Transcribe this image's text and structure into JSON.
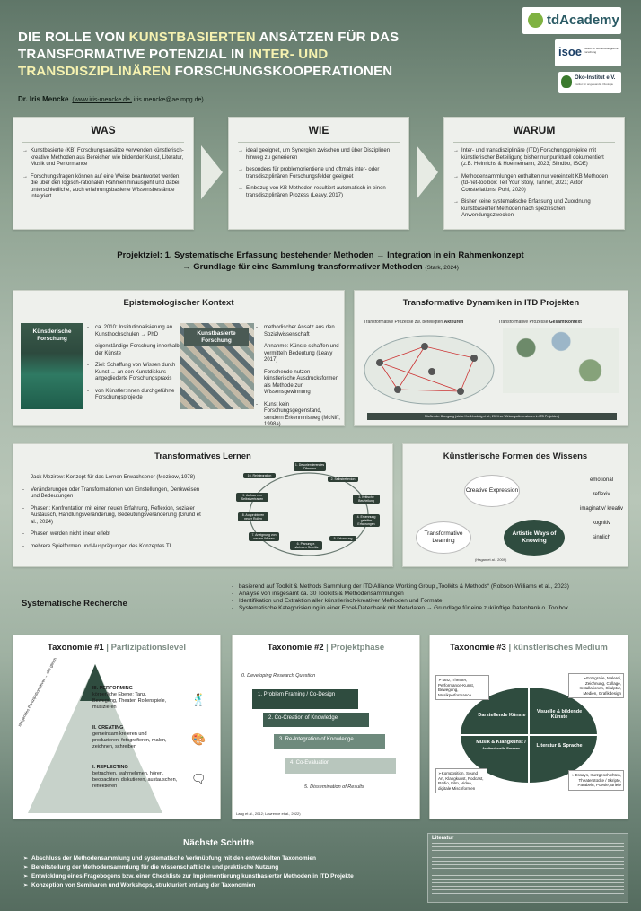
{
  "title": {
    "p1": "DIE ROLLE VON ",
    "p2": "KUNSTBASIERTEN",
    "p3": " ANSÄTZEN FÜR DAS TRANSFORMATIVE POTENZIAL IN ",
    "p4": "INTER- UND TRANSDISZIPLINÄREN",
    "p5": " FORSCHUNGSKOOPERATIONEN"
  },
  "author": {
    "name": "Dr. Iris Mencke",
    "web": "(www.iris-mencke.de,",
    "mail": "iris.mencke@ae.mpg.de)"
  },
  "logos": {
    "td": "tdAcademy",
    "isoe": "isoe",
    "isoe_sub": "Institut für sozial-ökologische Forschung",
    "oeko": "Öko-Institut e.V.",
    "oeko_sub": "Institut für angewandte Ökologie"
  },
  "was": {
    "title": "WAS",
    "items": [
      "Kunstbasierte (KB) Forschungsansätze verwenden künstlerisch-kreative Methoden aus Bereichen wie bildender Kunst, Literatur, Musik und Performance",
      "Forschungsfragen können auf eine Weise beantwortet werden, die über den logisch-rationalen Rahmen hinausgeht und dabei unterschiedliche, auch erfahrungsbasierte Wissensbestände integriert"
    ]
  },
  "wie": {
    "title": "WIE",
    "items": [
      "ideal geeignet, um Synergien zwischen und über Disziplinen hinweg zu generieren",
      "besonders für problemorientierte und oftmals inter- oder transdisziplinären Forschungsfelder geeignet",
      "Einbezug von KB Methoden resultiert automatisch in einen transdisziplinären Prozess (Leavy, 2017)"
    ]
  },
  "warum": {
    "title": "WARUM",
    "items": [
      "Inter- und transdisziplinäre (ITD) Forschungsprojekte mit künstlerischer Beteiligung bisher nur punktuell dokumentiert (z.B. Heinrichs & Hoernemann, 2023; Slindbo, ISOE)",
      "Methodensammlungen enthalten nur vereinzelt KB Methoden (td-net-toolbox: Tell Your Story, Tanner, 2021; Actor Constellations, Pohl, 2020)",
      "Bisher keine systematische Erfassung und Zuordnung kunstbasierter Methoden nach spezifischen Anwendungszwecken"
    ]
  },
  "ziel": {
    "line1": "Projektziel: 1. Systematische Erfassung bestehender Methoden → Integration in ein Rahmenkonzept",
    "line2": "→ Grundlage für eine Sammlung transformativer Methoden",
    "cite": "(Stark, 2024)"
  },
  "epist": {
    "title": "Epistemologischer Kontext",
    "tag1": "Künstlerische Forschung",
    "tag2": "Kunstbasierte Forschung",
    "list1": [
      "ca. 2010: Institutionalisierung an Kunsthochschulen → PhD",
      "eigenständige Forschung innerhalb der Künste",
      "Ziel: Schaffung von Wissen durch Kunst → an den Kunstdiskurs angegliederte Forschungspraxis",
      "von Künstler:innen durchgeführte Forschungsprojekte"
    ],
    "list2": [
      "methodischer Ansatz aus den Sozialwissenschaft",
      "Annahme: Künste schaffen und vermitteln Bedeutung (Leavy 2017)",
      "Forschende nutzen künstlerische Ausdrucksformen als Methode zur Wissensgewinnung",
      "Kunst kein Forschungsgegenstand, sondern Erkenntnisweg (McNiff, 1998a)"
    ]
  },
  "dyn": {
    "title": "Transformative Dynamiken in ITD Projekten",
    "sub1a": "Transformative Prozesse zw. beteiligten ",
    "sub1b": "Akteuren",
    "sub2a": "Transformative Prozesse ",
    "sub2b": "Gesamtkontext",
    "bar": "Fließender Übergang (siehe Kreß-Ludwig et al., 2024 zu Wirkungsdimensionen in ITD Projekten)"
  },
  "lernen": {
    "title": "Transformatives Lernen",
    "items": [
      "Jack Mezirow: Konzept für das Lernen Erwachsener (Mezirow, 1978)",
      "Veränderungen oder Transformationen von Einstellungen, Denkweisen und Bedeutungen",
      "Phasen: Konfrontation mit einer neuen Erfahrung, Reflexion, sozialer Austausch, Handlungsveränderung, Bedeutungsveränderung (Grund et al., 2024)",
      "Phasen werden nicht linear erlebt",
      "mehrere Spielformen und Ausprägungen des Konzeptes TL"
    ],
    "cycle": [
      "1. Desorientierendes Dilemma",
      "2. Selbstreflexion",
      "3. Kritische Beurteilung",
      "4. Erkennung geteilter Erfahrungen",
      "5. Erkundung",
      "6. Planung e. nächsten Schritts",
      "7. Aneignung von neuem Wissen",
      "8. Ausprobieren neuer Rollen",
      "9. Aufbau von Selbstvertrauen",
      "10. Reintegration"
    ]
  },
  "formen": {
    "title": "Künstlerische Formen des Wissens",
    "c1": "Creative Expression",
    "c2": "Transformative Learning",
    "c3": "Artistic Ways of Knowing",
    "cite": "(Hagan et al., 2009)",
    "words": [
      "emotional",
      "reflexiv",
      "imaginativ/ kreativ",
      "kognitiv",
      "sinnlich"
    ]
  },
  "recherche": {
    "title": "Systematische Recherche",
    "items": [
      "basierend auf Toolkit & Methods Sammlung der ITD Alliance Working Group „Toolkits & Methods“ (Robson-Williams et al., 2023)",
      "Analyse von insgesamt ca. 30 Toolkits & Methodensammlungen",
      "Identifikation und Extraktion aller künstlerisch-kreativer Methoden und Formate",
      "Systematische Kategorisierung in einer Excel-Datenbank mit Metadaten → Grundlage für eine zukünftige Datenbank o. Toolbox"
    ]
  },
  "tax1": {
    "t": "Taxonomie #1",
    "s": " | Partizipationslevel",
    "axis": "steigendes Partizipationslevel → alle gleich",
    "l3t": "III. PERFORMING",
    "l3": "körperliche Ebene: Tanz, Bewegung, Theater, Rollenspiele, musizieren",
    "l2t": "II. CREATING",
    "l2": "gemeinsam kreieren und produzieren: fotografieren, malen, zeichnen, schreiben",
    "l1t": "I. REFLECTING",
    "l1": "betrachten, wahrnehmen, hören, beobachten, diskutieren, austauschen, reflektieren"
  },
  "tax2": {
    "t": "Taxonomie #2",
    "s": " | Projektphase",
    "p0": "0. Developing Research Question",
    "p1": "1. Problem Framing / Co-Design",
    "p2": "2. Co-Creation of Knowledge",
    "p3": "3. Re-Integration of Knowledge",
    "p4": "4. Co-Evaluation",
    "p5": "5. Dissemination of Results",
    "cite": "Lang et al., 2012; Lawrence et al., 2022)"
  },
  "tax3": {
    "t": "Taxonomie #3",
    "s": " | künstlerisches Medium",
    "q1": "Darstellende Künste",
    "q2": "Visuelle & bildende Künste",
    "q3": "Musik & Klangkunst /",
    "q3b": "Audiovisuelle Formen",
    "q4": "Literatur & Sprache",
    "b1": "➢Tanz, Theater, Performance-Kunst, Bewegung, Musikperformance",
    "b2": "➢Fotografie, Malerei, Zeichnung, Collage, Installationen, Skulptur, Medien, Grafikdesign",
    "b3": "➢Komposition, Sound Art, Klangkunst, Podcast, Radio, Film, Video, digitale Mischformen",
    "b4": "➢Essays, Kurzgeschichten, Theaterstücke / Skripte, Parabeln, Poesie, Briefe"
  },
  "next": {
    "title": "Nächste Schritte",
    "items": [
      "Abschluss der Methodensammlung und systematische Verknüpfung mit den entwickelten Taxonomien",
      "Bereitstellung der Methodensammlung für die wissenschaftliche und praktische Nutzung",
      "Entwicklung eines Fragebogens bzw. einer Checkliste zur Implementierung kunstbasierter Methoden in ITD Projekte",
      "Konzeption von Seminaren und Workshops, strukturiert entlang der Taxonomien"
    ]
  },
  "lit": {
    "title": "Literatur"
  },
  "colors": {
    "dark": "#2f4c3f",
    "mid": "#4f6c5f",
    "light": "#8aa295"
  }
}
